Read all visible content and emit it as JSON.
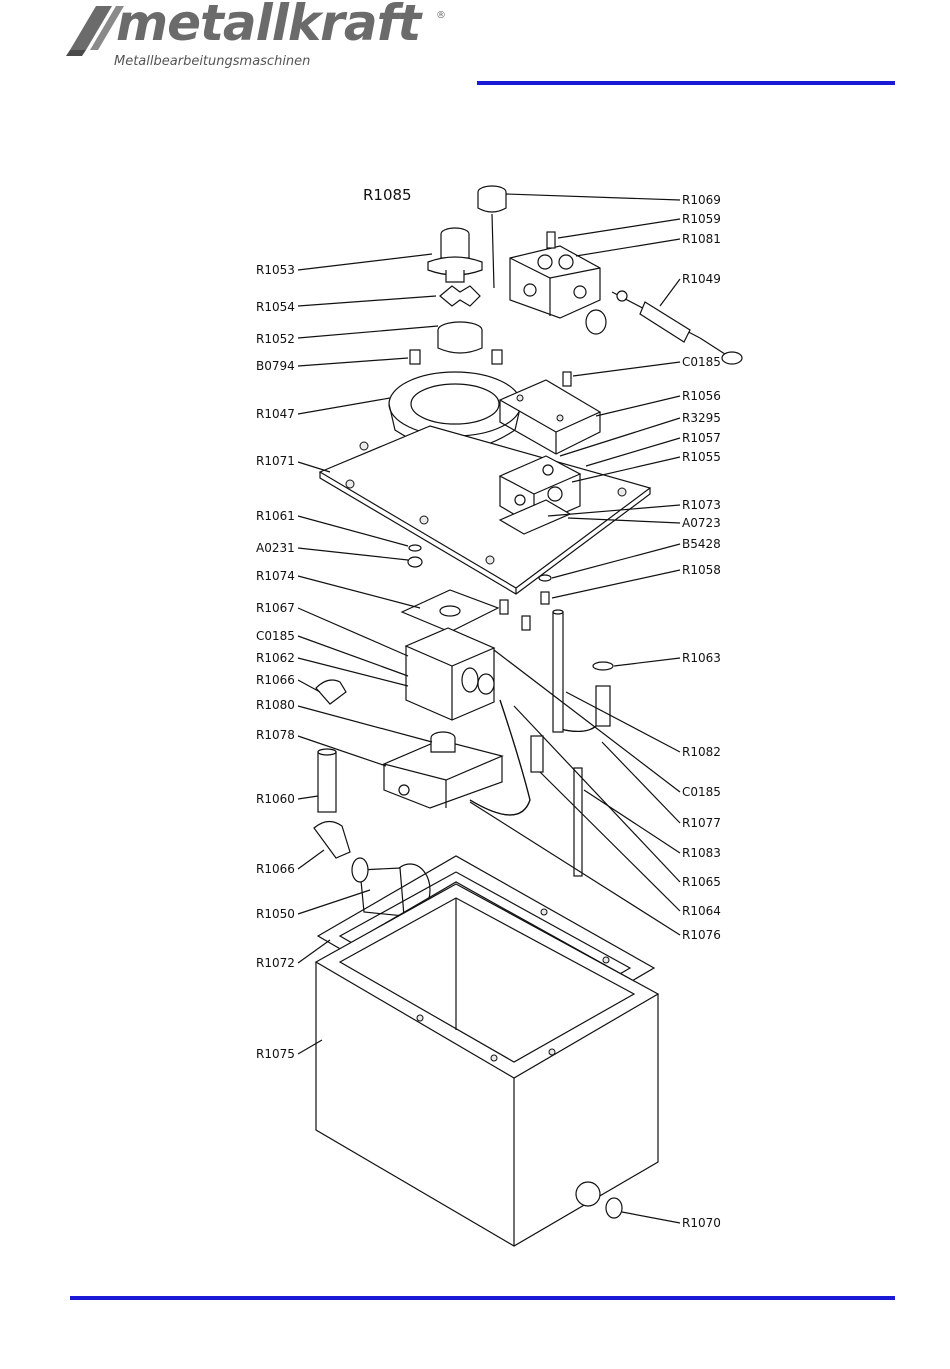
{
  "brand": {
    "name": "metallkraft",
    "registered": "®",
    "subtitle": "Metallbearbeitungsmaschinen",
    "accent_color": "#1a1ad6",
    "logo_color": "#6b6b6b"
  },
  "diagram": {
    "assembly_label": "R1085",
    "left_labels": [
      "R1053",
      "R1054",
      "R1052",
      "B0794",
      "R1047",
      "R1071",
      "R1061",
      "A0231",
      "R1074",
      "R1067",
      "C0185",
      "R1062",
      "R1066",
      "R1080",
      "R1078",
      "R1060",
      "R1066",
      "R1050",
      "R1072",
      "R1075"
    ],
    "right_labels": [
      "R1069",
      "R1059",
      "R1081",
      "R1049",
      "C0185",
      "R1056",
      "R3295",
      "R1057",
      "R1055",
      "R1073",
      "A0723",
      "B5428",
      "R1058",
      "R1063",
      "R1082",
      "C0185",
      "R1077",
      "R1083",
      "R1065",
      "R1064",
      "R1076",
      "R1070"
    ]
  }
}
